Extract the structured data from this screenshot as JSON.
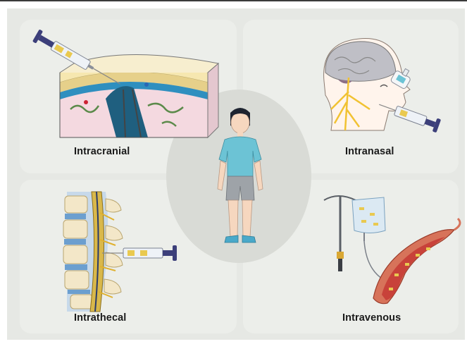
{
  "routes": {
    "top_left": {
      "label": "Intracranial"
    },
    "top_right": {
      "label": "Intranasal"
    },
    "bottom_left": {
      "label": "Intrathecal"
    },
    "bottom_right": {
      "label": "Intravenous"
    }
  },
  "center": {
    "figure": "child-figure"
  },
  "colors": {
    "background": "#e6e8e4",
    "panel": "#eceeea",
    "center_disc": "#d9dbd6",
    "shirt": "#6cc3d5",
    "shorts": "#9ea3a8",
    "nerve": "#f1c232",
    "blood": "#c8423a",
    "syringe_plunger": "#3c3f7a"
  },
  "icons": [
    "syringe-icon",
    "brain-icon",
    "nasal-spray-icon",
    "iv-bag-icon",
    "blood-vessel-icon",
    "spine-icon",
    "skull-section-icon"
  ]
}
